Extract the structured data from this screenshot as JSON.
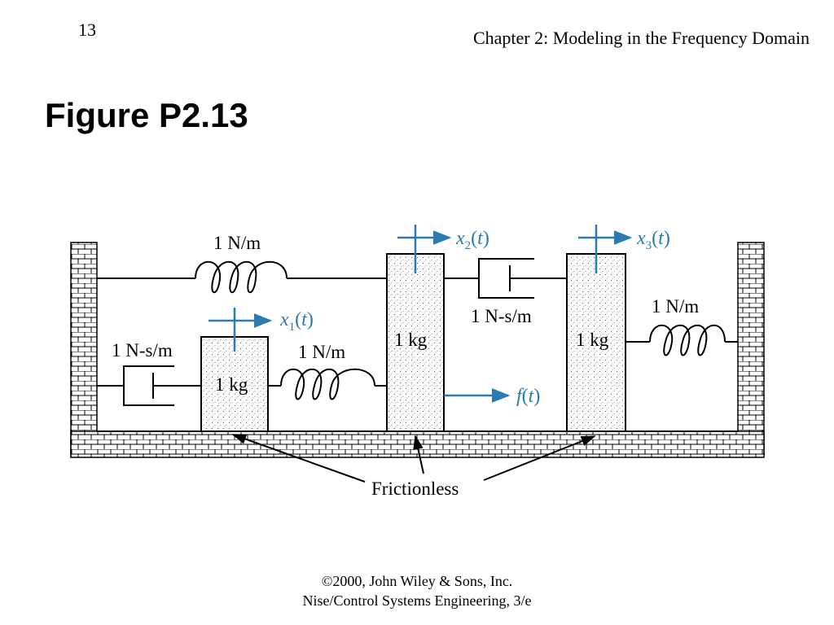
{
  "header": {
    "page_number": "13",
    "chapter": "Chapter 2: Modeling in the Frequency Domain"
  },
  "slide": {
    "title": "Figure P2.13"
  },
  "diagram": {
    "spring_top": "1 N/m",
    "damper_left": "1 N-s/m",
    "mass_1": "1 kg",
    "spring_middle": "1 N/m",
    "mass_2": "1 kg",
    "damper_middle": "1 N-s/m",
    "mass_3": "1 kg",
    "spring_right": "1 N/m",
    "x1_var": "x",
    "x1_sub": "1",
    "x1_arg": "t",
    "x2_var": "x",
    "x2_sub": "2",
    "x2_arg": "t",
    "x3_var": "x",
    "x3_sub": "3",
    "x3_arg": "t",
    "force_var": "f",
    "force_arg": "t",
    "open_paren": "(",
    "close_paren": ")",
    "frictionless": "Frictionless"
  },
  "colors": {
    "accent": "#2a7bb0",
    "ink": "#000000"
  },
  "footer": {
    "copyright": "©2000, John Wiley & Sons, Inc.",
    "book": "Nise/Control Systems Engineering, 3/e"
  }
}
